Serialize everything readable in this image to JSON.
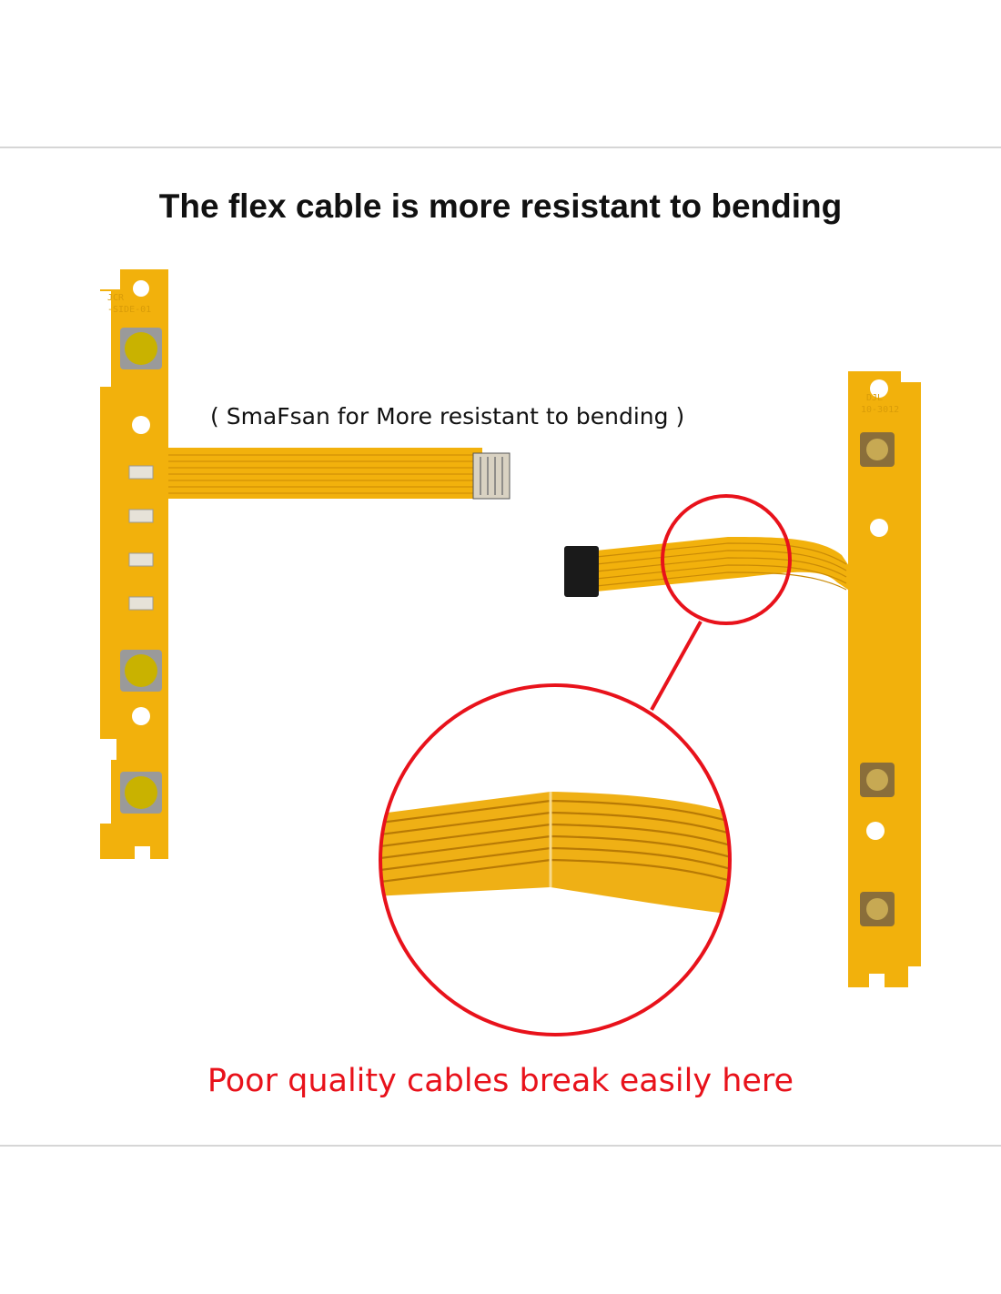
{
  "headline": "The flex cable is more resistant to bending",
  "subtitle": "( SmaFsan for More resistant to bending )",
  "warning": "Poor quality cables break easily here",
  "pcb_labels": {
    "left_line1": "JCR",
    "left_line2": "-SIDE-01",
    "right_line1": "DJL",
    "right_line2": "10-3012"
  },
  "colors": {
    "pcb": "#f2b10c",
    "trace": "#c98a06",
    "highlight": "#e8121b",
    "connector": "#1a1a1a"
  }
}
